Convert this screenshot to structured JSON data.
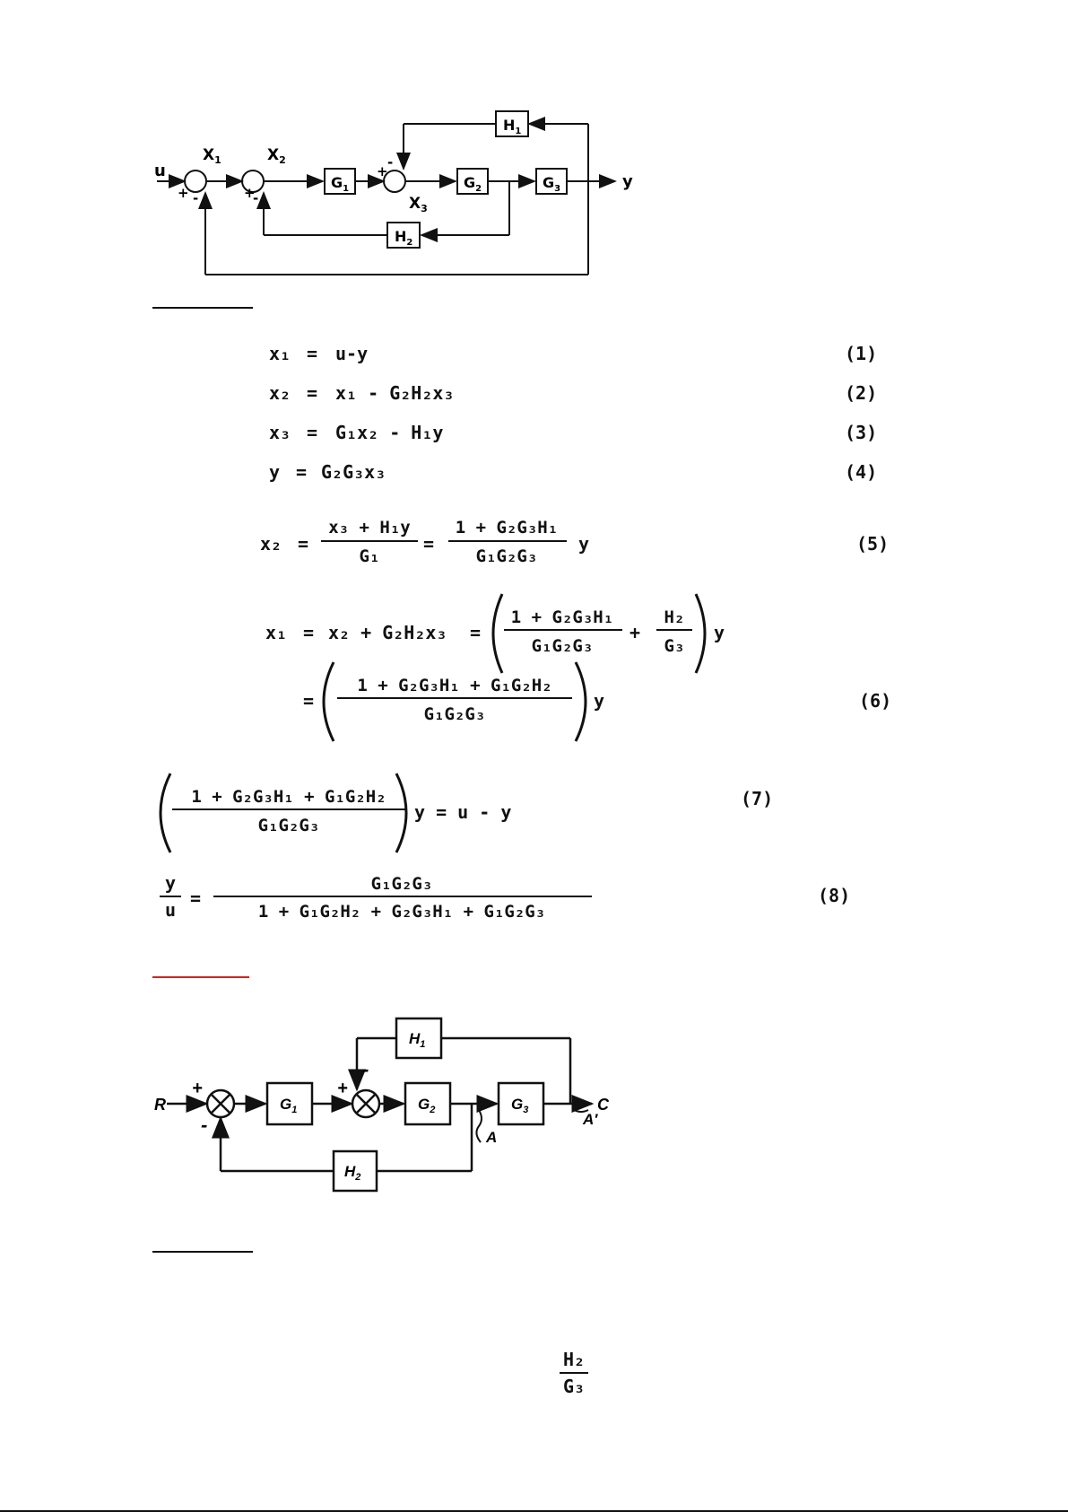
{
  "diagram1": {
    "input": "u",
    "output": "y",
    "summing_labels": [
      "X",
      "X",
      "X"
    ],
    "summing_subs": [
      "1",
      "2",
      "3"
    ],
    "blocks": [
      {
        "name": "H",
        "sub": "1"
      },
      {
        "name": "G",
        "sub": "1"
      },
      {
        "name": "G",
        "sub": "2"
      },
      {
        "name": "G",
        "sub": "3"
      },
      {
        "name": "H",
        "sub": "2"
      }
    ],
    "signs": {
      "plus": "+",
      "minus": "-"
    }
  },
  "equations": {
    "eq1": {
      "lhs": "x₁",
      "rhs": "u-y",
      "num": "(1)"
    },
    "eq2": {
      "lhs": "x₂",
      "rhs": "x₁ - G₂H₂x₃",
      "num": "(2)"
    },
    "eq3": {
      "lhs": "x₃",
      "rhs": "G₁x₂ - H₁y",
      "num": "(3)"
    },
    "eq4": {
      "lhs": "y",
      "rhs": "G₂G₃x₃",
      "num": "(4)"
    },
    "eq5": {
      "lhs": "x₂",
      "frac1_num": "x₃ + H₁y",
      "frac1_den": "G₁",
      "frac2_num": "1 + G₂G₃H₁",
      "frac2_den": "G₁G₂G₃",
      "tail": "y",
      "num": "(5)"
    },
    "eq6a": {
      "lhs": "x₁",
      "mid": "x₂ + G₂H₂x₃",
      "frac1_num": "1 + G₂G₃H₁",
      "frac1_den": "G₁G₂G₃",
      "plus": "+",
      "frac2_num": "H₂",
      "frac2_den": "G₃",
      "tail": "y"
    },
    "eq6b": {
      "frac_num": "1 + G₂G₃H₁ + G₁G₂H₂",
      "frac_den": "G₁G₂G₃",
      "tail": "y",
      "num": "(6)"
    },
    "eq7": {
      "frac_num": "1 + G₂G₃H₁ + G₁G₂H₂",
      "frac_den": "G₁G₂G₃",
      "rhs": "y = u - y",
      "num": "(7)"
    },
    "eq8": {
      "lhs_num": "y",
      "lhs_den": "u",
      "frac_num": "G₁G₂G₃",
      "frac_den": "1 + G₁G₂H₂ + G₂G₃H₁ + G₁G₂G₃",
      "num": "(8)"
    },
    "equals": "="
  },
  "diagram2": {
    "input": "R",
    "output": "C",
    "blocks": [
      {
        "name": "H",
        "sub": "1"
      },
      {
        "name": "G",
        "sub": "1"
      },
      {
        "name": "G",
        "sub": "2"
      },
      {
        "name": "G",
        "sub": "3"
      },
      {
        "name": "H",
        "sub": "2"
      }
    ],
    "point_a": "A",
    "point_a_prime": "A′",
    "signs": {
      "plus": "+",
      "minus": "-"
    }
  },
  "bottom_fraction": {
    "num": "H₂",
    "den": "G₃"
  },
  "colors": {
    "ink": "#111111",
    "red_rule": "#d92020"
  }
}
